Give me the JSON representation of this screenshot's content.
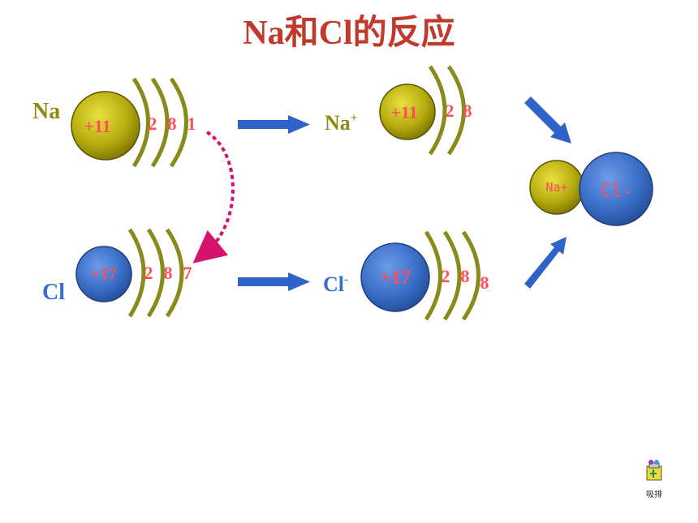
{
  "title": "Na和Cl的反应",
  "atoms": {
    "na": {
      "symbol": "Na",
      "nucleus": "+11",
      "shells": [
        "2",
        "8",
        "1"
      ]
    },
    "cl": {
      "symbol": "Cl",
      "nucleus": "+17",
      "shells": [
        "2",
        "8",
        "7"
      ]
    }
  },
  "ions": {
    "na_ion": {
      "symbol": "Na",
      "charge": "+",
      "nucleus": "+11",
      "shells": [
        "2",
        "8"
      ]
    },
    "cl_ion": {
      "symbol": "Cl",
      "charge": "-",
      "nucleus": "+17",
      "shells": [
        "2",
        "8",
        "8"
      ]
    }
  },
  "compound": {
    "cation": "Na+",
    "anion": "Cl-"
  },
  "icon": {
    "name": "paste-icon",
    "label": "吸排"
  },
  "colors": {
    "title": "#c0392b",
    "na_ball": "#b8ad10",
    "cl_ball": "#3a6fc8",
    "shell": "#8a8a1a",
    "electron_numbers": "#ff4d5a",
    "na_label": "#8f8a10",
    "cl_label": "#3a6fc8",
    "arrow_blue": "#2f63c9",
    "transfer_arrow": "#d4126e"
  }
}
